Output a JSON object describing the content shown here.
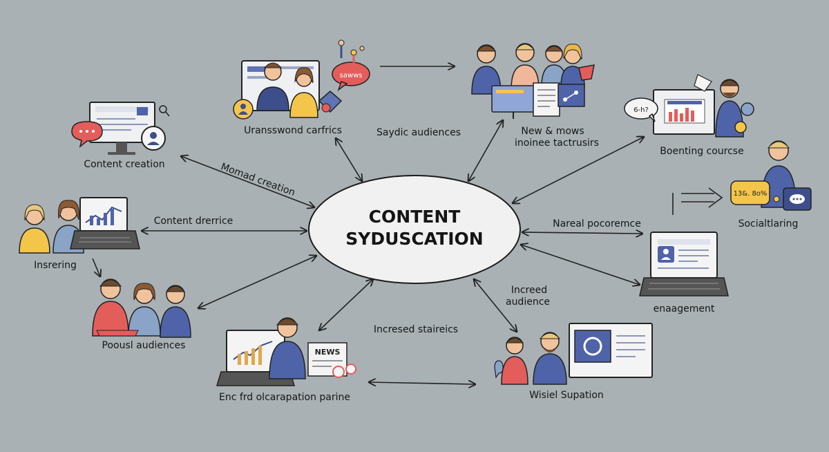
{
  "center": {
    "line1": "CONTENT",
    "line2": "SYDUSCATION"
  },
  "nodes": {
    "top_left_group": "Uransswond carfrics",
    "top_middle": "Saydic audiences",
    "top_right_group_line1": "New & mows",
    "top_right_group_line2": "inoinee tactrusirs",
    "left_content_creation": "Content creation",
    "right_boenting": "Boenting courcse",
    "arrow_label_momad": "Momad creation",
    "left_content_drerrice": "Content drerrice",
    "right_nareal": "Nareal pocoremce",
    "right_social": "Socialtlaring",
    "left_insrering": "Insrering",
    "bottom_left_poousl": "Poousl audiences",
    "bottom_middle_incresed": "Incresed staireics",
    "bottom_right_increed_line1": "Increed",
    "bottom_right_increed_line2": "audience",
    "right_engagement": "enaagement",
    "bottom_left_enc": "Enc frd olcarapation parine",
    "bottom_right_wisiel": "Wisiel Supation"
  },
  "bubbles": {
    "sawws": "sawws",
    "news": "NEWS",
    "ohrir": "6-h?",
    "percent": "13&.  8o%"
  },
  "colors": {
    "background": "#a9b1b4",
    "center_fill": "#f1f1f1",
    "accent_red": "#e35d5b",
    "accent_blue": "#4f63a8",
    "accent_yellow": "#f3c54a"
  }
}
